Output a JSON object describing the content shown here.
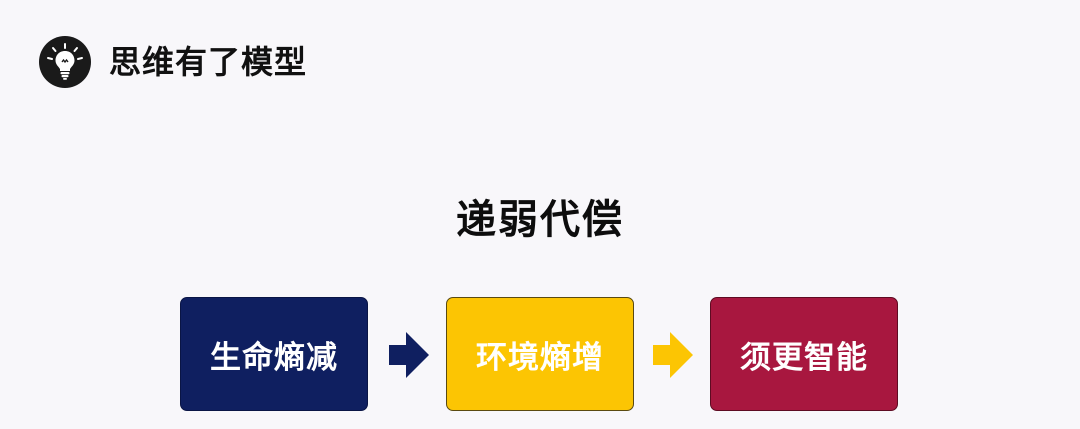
{
  "header": {
    "title": "思维有了模型",
    "icon": "lightbulb-icon"
  },
  "diagram": {
    "title": "递弱代偿",
    "steps": [
      {
        "label": "生命熵减",
        "color": "#0f1f60"
      },
      {
        "label": "环境熵增",
        "color": "#fcc503"
      },
      {
        "label": "须更智能",
        "color": "#a8173f"
      }
    ],
    "arrows": [
      {
        "color": "#0f1f60",
        "icon": "arrow-right-icon"
      },
      {
        "color": "#fcc503",
        "icon": "arrow-right-icon"
      }
    ]
  }
}
